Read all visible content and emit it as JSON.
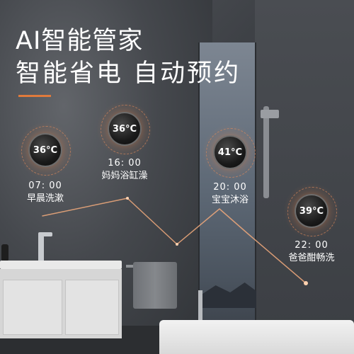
{
  "headline": {
    "line1": "AI智能管家",
    "line2": "智能省电 自动预约"
  },
  "colors": {
    "accent": "#e07a3c",
    "path": "#e9a57a"
  },
  "schedule": [
    {
      "temp": "36°C",
      "time": "07: 00",
      "activity": "早晨洗漱"
    },
    {
      "temp": "36°C",
      "time": "16: 00",
      "activity": "妈妈浴缸澡"
    },
    {
      "temp": "41°C",
      "time": "20: 00",
      "activity": "宝宝沐浴"
    },
    {
      "temp": "39°C",
      "time": "22: 00",
      "activity": "爸爸酣畅洗"
    }
  ]
}
